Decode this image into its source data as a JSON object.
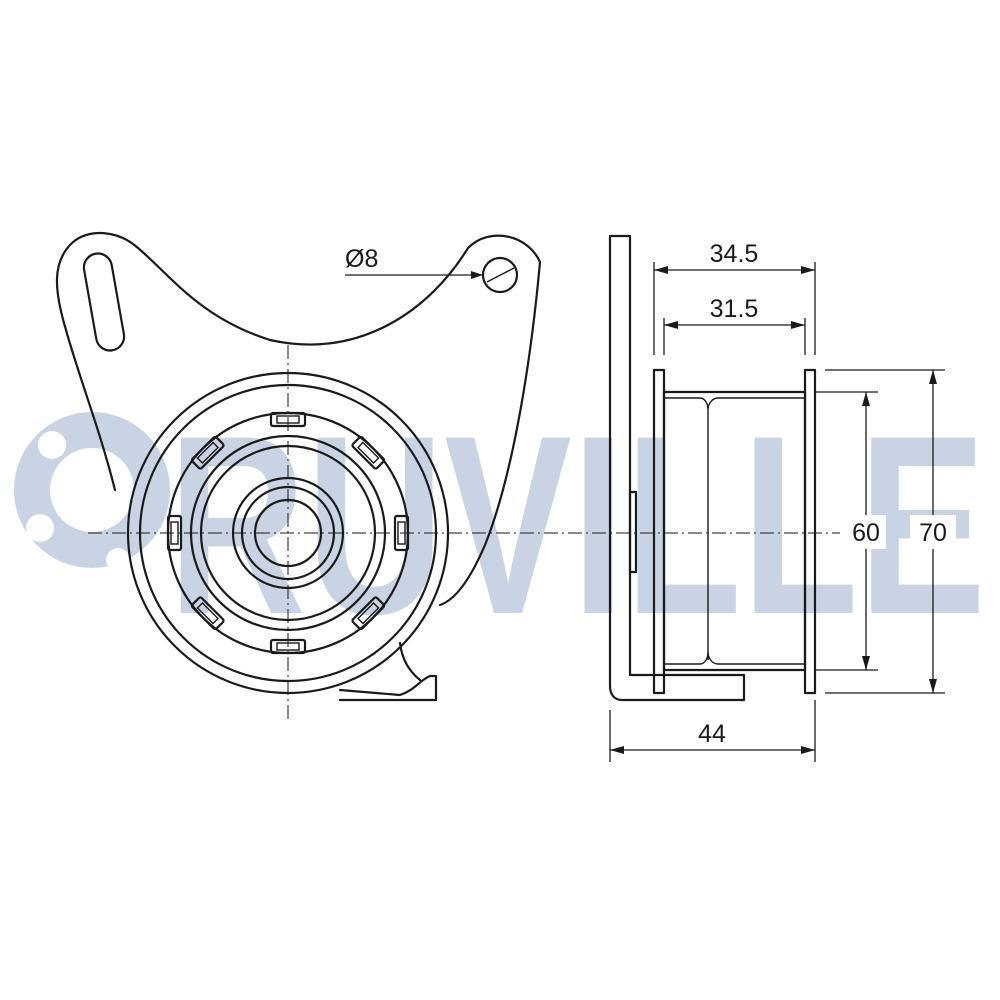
{
  "watermark": {
    "text": "RUVILLE",
    "color": "#c9d3e3"
  },
  "dimensions": {
    "hole_diameter": "Ø8",
    "outer_width": "34.5",
    "inner_width": "31.5",
    "inner_diameter": "60",
    "outer_diameter": "70",
    "total_depth": "44"
  },
  "colors": {
    "line": "#1a1a1a",
    "background": "#ffffff"
  }
}
